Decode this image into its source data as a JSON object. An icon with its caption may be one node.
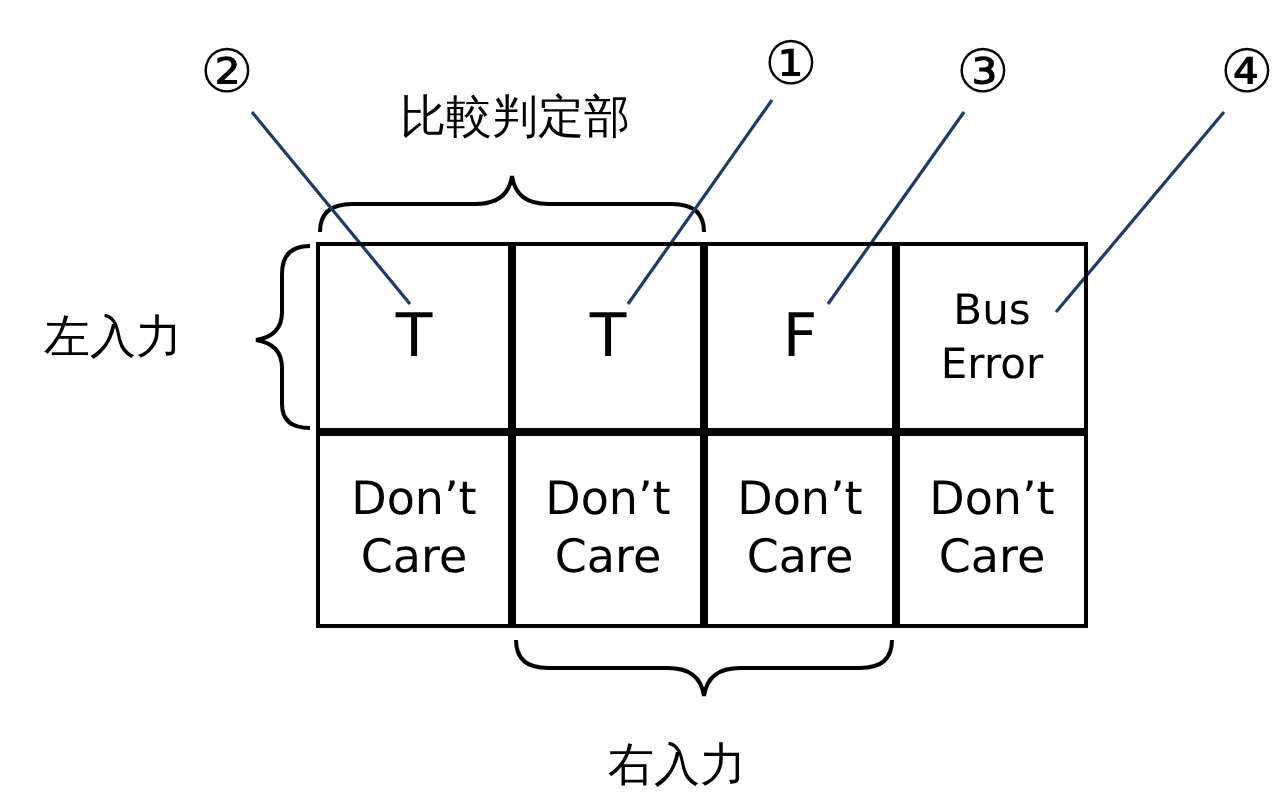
{
  "diagram": {
    "nodes": [
      {
        "text": [
          "T"
        ]
      },
      {
        "text": [
          "T"
        ]
      },
      {
        "text": [
          "F"
        ]
      },
      {
        "text": [
          "Bus Error"
        ]
      },
      {
        "text": [
          "Don’t Care"
        ]
      },
      {
        "text": [
          "Don’t Care"
        ]
      },
      {
        "text": [
          "Don’t Care"
        ]
      },
      {
        "text": [
          "Don’t Care"
        ]
      },
      {
        "text": [
          "②"
        ]
      },
      {
        "text": [
          "①"
        ]
      },
      {
        "text": [
          "③"
        ]
      },
      {
        "text": [
          "④"
        ]
      }
    ],
    "edges": [
      {
        "from": 8,
        "to": 0,
        "arrow": "none"
      },
      {
        "from": 9,
        "to": 1,
        "arrow": "none"
      },
      {
        "from": 10,
        "to": 2,
        "arrow": "none"
      },
      {
        "from": 11,
        "to": 3,
        "arrow": "none"
      }
    ],
    "labels": [
      "比較判定部",
      "左入力",
      "右入力"
    ]
  }
}
